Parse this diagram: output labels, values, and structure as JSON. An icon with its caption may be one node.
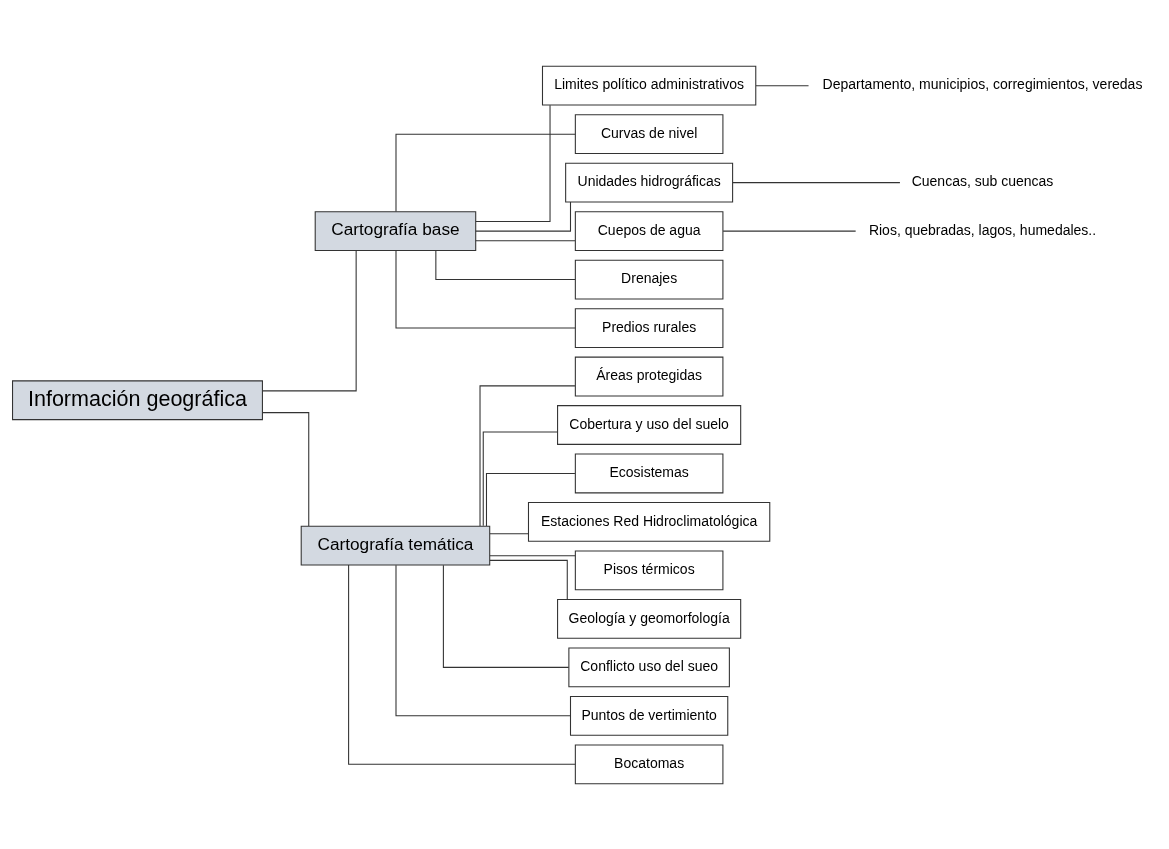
{
  "diagram": {
    "nodes": [
      {
        "text": [
          "Información geográfica"
        ]
      },
      {
        "text": [
          "Cartografía base"
        ]
      },
      {
        "text": [
          "Cartografía temática"
        ]
      },
      {
        "text": [
          "Limites político administrativos"
        ]
      },
      {
        "text": [
          "Departamento, municipios, corregimientos, veredas"
        ]
      },
      {
        "text": [
          "Curvas de nivel"
        ]
      },
      {
        "text": [
          "Unidades hidrográficas"
        ]
      },
      {
        "text": [
          "Cuencas, sub cuencas"
        ]
      },
      {
        "text": [
          "Cuepos de agua"
        ]
      },
      {
        "text": [
          "Rios, quebradas, lagos, humedales.."
        ]
      },
      {
        "text": [
          "Drenajes"
        ]
      },
      {
        "text": [
          "Predios rurales"
        ]
      },
      {
        "text": [
          "Áreas protegidas"
        ]
      },
      {
        "text": [
          "Cobertura y uso del suelo"
        ]
      },
      {
        "text": [
          "Ecosistemas"
        ]
      },
      {
        "text": [
          "Estaciones Red Hidroclimatológica"
        ]
      },
      {
        "text": [
          "Pisos térmicos"
        ]
      },
      {
        "text": [
          "Geología y geomorfología"
        ]
      },
      {
        "text": [
          "Conflicto uso del sueo"
        ]
      },
      {
        "text": [
          "Puntos de vertimiento"
        ]
      },
      {
        "text": [
          "Bocatomas"
        ]
      }
    ],
    "edges": [
      {
        "from": 0,
        "to": 1,
        "arrow": "none"
      },
      {
        "from": 0,
        "to": 2,
        "arrow": "none"
      },
      {
        "from": 1,
        "to": 3,
        "arrow": "none"
      },
      {
        "from": 3,
        "to": 4,
        "arrow": "none"
      },
      {
        "from": 1,
        "to": 5,
        "arrow": "none"
      },
      {
        "from": 1,
        "to": 6,
        "arrow": "none"
      },
      {
        "from": 6,
        "to": 7,
        "arrow": "none"
      },
      {
        "from": 1,
        "to": 8,
        "arrow": "none"
      },
      {
        "from": 8,
        "to": 9,
        "arrow": "none"
      },
      {
        "from": 1,
        "to": 10,
        "arrow": "none"
      },
      {
        "from": 1,
        "to": 11,
        "arrow": "none"
      },
      {
        "from": 2,
        "to": 12,
        "arrow": "none"
      },
      {
        "from": 2,
        "to": 13,
        "arrow": "none"
      },
      {
        "from": 2,
        "to": 14,
        "arrow": "none"
      },
      {
        "from": 2,
        "to": 15,
        "arrow": "none"
      },
      {
        "from": 2,
        "to": 16,
        "arrow": "none"
      },
      {
        "from": 2,
        "to": 17,
        "arrow": "none"
      },
      {
        "from": 2,
        "to": 18,
        "arrow": "none"
      },
      {
        "from": 2,
        "to": 19,
        "arrow": "none"
      },
      {
        "from": 2,
        "to": 20,
        "arrow": "none"
      }
    ]
  }
}
